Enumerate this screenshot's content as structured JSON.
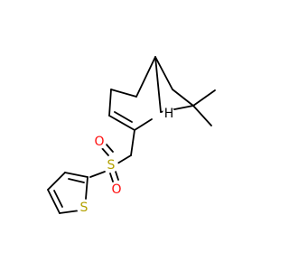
{
  "atoms": {
    "S_sulfonyl": {
      "label": "S",
      "color": "#b3a100"
    },
    "O_top": {
      "label": "O",
      "color": "#ff0d0d"
    },
    "O_bottom": {
      "label": "O",
      "color": "#ff0d0d"
    },
    "S_thiophene": {
      "label": "S",
      "color": "#b3a100"
    },
    "H_bridgehead": {
      "label": "H",
      "color": "#000000"
    }
  },
  "colors": {
    "bond": "#000000",
    "background": "#ffffff"
  }
}
